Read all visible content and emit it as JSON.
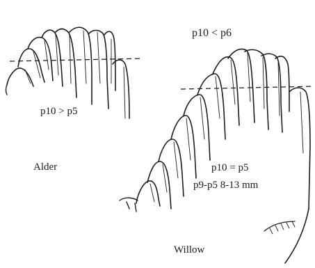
{
  "labels": {
    "top_formula": "p10 < p6",
    "alder_formula": "p10 > p5",
    "alder_name": "Alder",
    "willow_formula": "p10 = p5",
    "willow_measure": "p9-p5 8-13 mm",
    "willow_name": "Willow"
  }
}
